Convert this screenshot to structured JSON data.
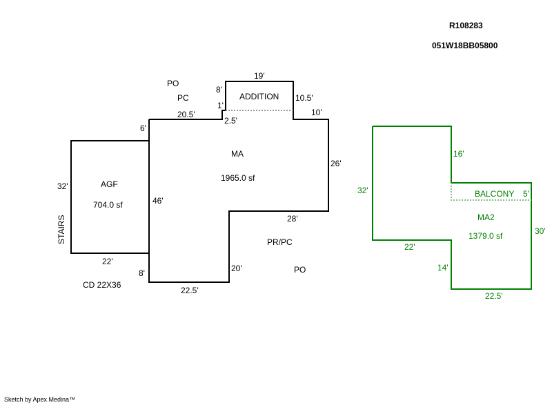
{
  "header": {
    "account": "R108283",
    "map_tax_lot": "051W18BB05800"
  },
  "colors": {
    "primary_outline": "#000000",
    "secondary_outline": "#008000",
    "dashed_line": "#999999"
  },
  "main_structure": {
    "ma": {
      "label": "MA",
      "area": "1965.0 sf"
    },
    "addition": {
      "label": "ADDITION"
    },
    "agf": {
      "label": "AGF",
      "area": "704.0 sf"
    },
    "dimensions": {
      "d_19": "19'",
      "d_8_top": "8'",
      "d_1": "1'",
      "d_10_5": "10.5'",
      "d_10": "10'",
      "d_20_5": "20.5'",
      "d_2_5": "2.5'",
      "d_6": "6'",
      "d_26": "26'",
      "d_46": "46'",
      "d_28": "28'",
      "d_20": "20'",
      "d_8_bottom": "8'",
      "d_22_5": "22.5'",
      "agf_32": "32'",
      "agf_22": "22'"
    },
    "labels": {
      "po_top": "PO",
      "pc_top": "PC",
      "pr_pc": "PR/PC",
      "po_bottom": "PO",
      "stairs": "STAIRS",
      "cd": "CD 22X36"
    }
  },
  "second_floor": {
    "ma2": {
      "label": "MA2",
      "area": "1379.0 sf"
    },
    "balcony": {
      "label": "BALCONY",
      "depth": "5'"
    },
    "dimensions": {
      "d_16": "16'",
      "d_32": "32'",
      "d_30": "30'",
      "d_22": "22'",
      "d_14": "14'",
      "d_22_5": "22.5'"
    }
  },
  "footer": {
    "credit": "Sketch by Apex Medina™"
  }
}
